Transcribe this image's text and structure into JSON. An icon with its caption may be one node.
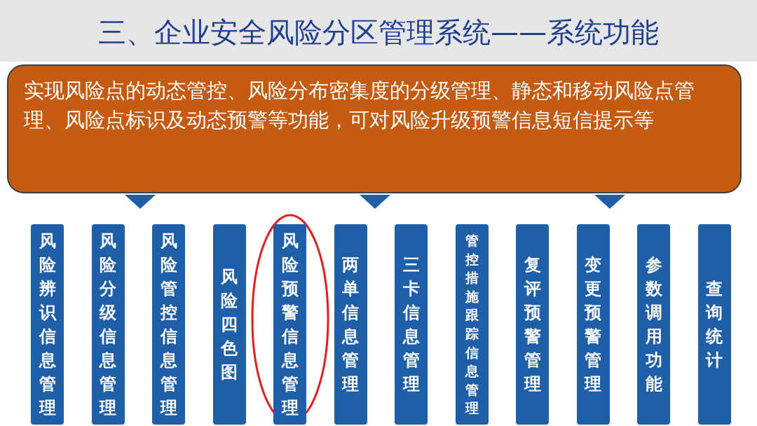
{
  "diagram": {
    "title": "三、企业安全风险分区管理系统——系统功能",
    "nodes": [
      {
        "text": [
          "实现风险点的动态管控、风险分布密集度的分级管理、静态和移动风险点管理、风险点标识及动态预警等功能，可对风险升级预警信息短信提示等"
        ]
      },
      {
        "text": [
          "风险辨识信息管理"
        ]
      },
      {
        "text": [
          "风险分级信息管理"
        ]
      },
      {
        "text": [
          "风险管控信息管理"
        ]
      },
      {
        "text": [
          "风险四色图"
        ]
      },
      {
        "text": [
          "风险预警信息管理"
        ]
      },
      {
        "text": [
          "两单信息管理"
        ]
      },
      {
        "text": [
          "三卡信息管理"
        ]
      },
      {
        "text": [
          "管控措施跟踪信息管理"
        ]
      },
      {
        "text": [
          "复评预警管理"
        ]
      },
      {
        "text": [
          "变更预警管理"
        ]
      },
      {
        "text": [
          "参数调用功能"
        ]
      },
      {
        "text": [
          "查询统计"
        ]
      }
    ]
  }
}
